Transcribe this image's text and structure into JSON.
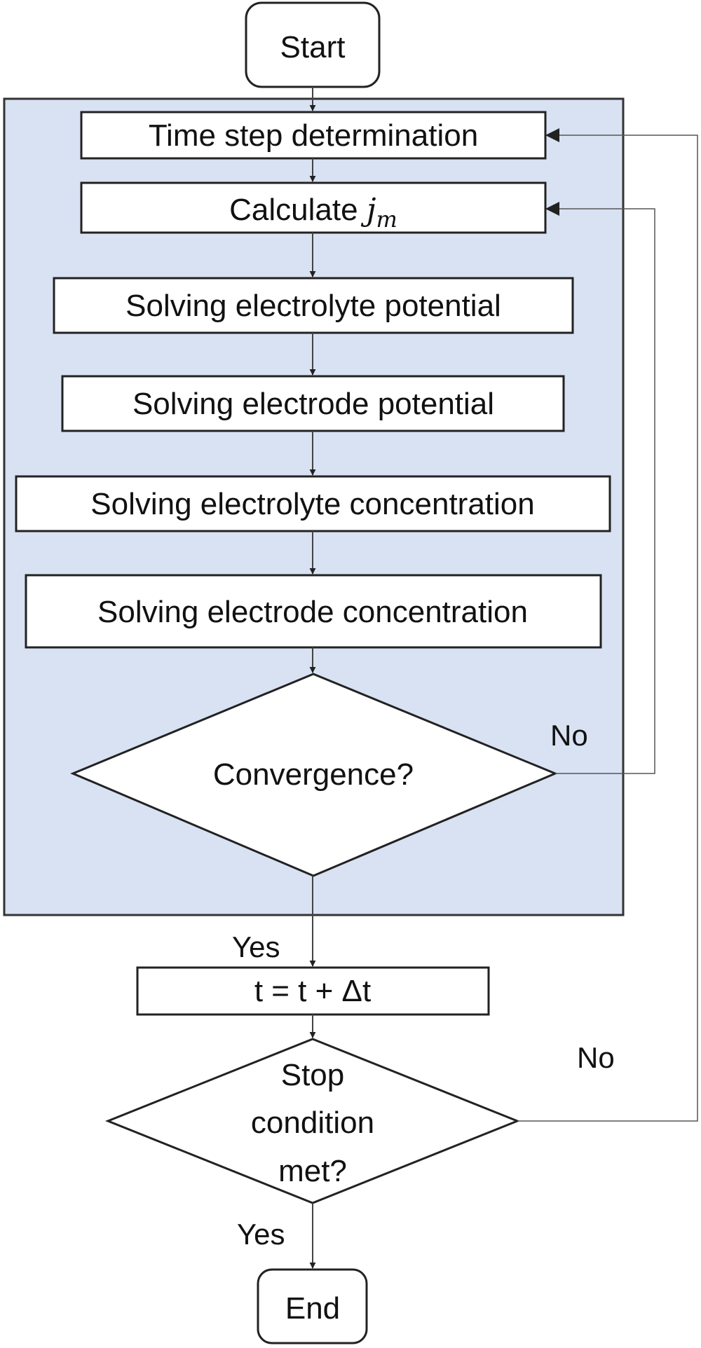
{
  "diagram": {
    "start": "Start",
    "steps": [
      "Time step determination",
      "Calculate ",
      "Solving electrolyte potential",
      "Solving electrode potential",
      "Solving electrolyte concentration",
      "Solving electrode concentration"
    ],
    "calc_var_main": "j",
    "calc_var_sub": "m",
    "convergence": "Convergence?",
    "conv_no": "No",
    "conv_yes": "Yes",
    "time_update": "t = t + Δt",
    "stop_lines": [
      "Stop",
      "condition",
      "met?"
    ],
    "stop_no": "No",
    "stop_yes": "Yes",
    "end": "End"
  },
  "colors": {
    "inner_loop_fill": "#d8e2f3",
    "inner_loop_border": "#333333",
    "arrow": "#333333"
  }
}
